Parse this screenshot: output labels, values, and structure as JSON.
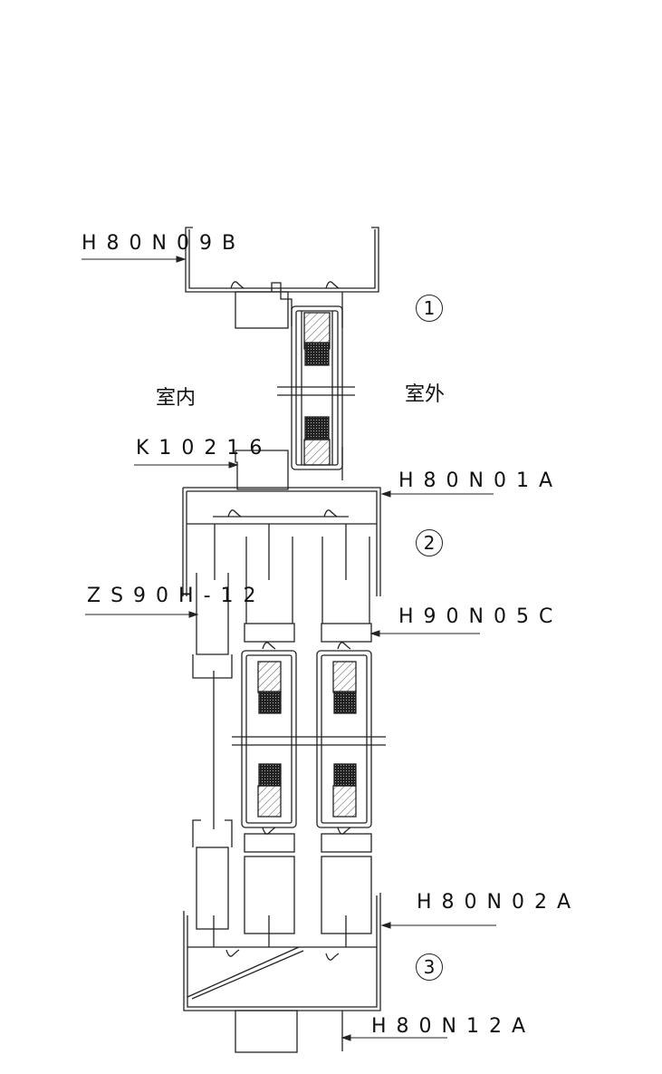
{
  "drawing": {
    "title": "Sliding window section detail",
    "zones": {
      "indoor": "室内",
      "outdoor": "室外"
    },
    "section_markers": [
      "1",
      "2",
      "3"
    ],
    "part_labels": [
      {
        "id": "H80N09B",
        "text": "H80N09B"
      },
      {
        "id": "K10216",
        "text": "K10216"
      },
      {
        "id": "H80N01A",
        "text": "H80N01A"
      },
      {
        "id": "ZS90H-12",
        "text": "ZS90H-12"
      },
      {
        "id": "H90N05C",
        "text": "H90N05C"
      },
      {
        "id": "H80N02A",
        "text": "H80N02A"
      },
      {
        "id": "H80N12A",
        "text": "H80N12A"
      }
    ]
  },
  "colors": {
    "line": "#222222",
    "hatch": "#555555",
    "fill_dark": "#333333",
    "background": "#ffffff"
  }
}
